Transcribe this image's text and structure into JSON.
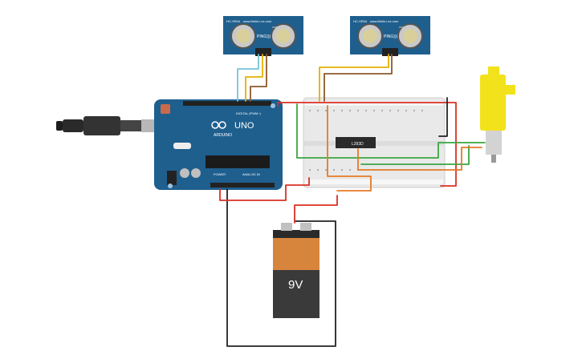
{
  "sensors": [
    {
      "model": "HC-SR04",
      "brand": "www.Mello.Lex.com",
      "label": "PING)))",
      "side_note": "VCC"
    },
    {
      "model": "HC-SR04",
      "brand": "www.Mello.Lex.com",
      "label": "PING)))",
      "side_note": "VCC"
    }
  ],
  "arduino": {
    "logo": "UNO",
    "brand": "ARDUINO",
    "digital_label": "DIGITAL (PWM~)",
    "power_label": "POWER",
    "analog_label": "ANALOG IN"
  },
  "driver_chip": {
    "label": "L293D"
  },
  "battery": {
    "label": "9V"
  },
  "colors": {
    "board": "#1f5f8e",
    "battery_top": "#d7853d",
    "battery_body": "#3a3a3a",
    "motor": "#f2e21b",
    "wire_red": "#d93025",
    "wire_black": "#222222",
    "wire_green": "#3aa640",
    "wire_blue": "#74c4d6",
    "wire_yellow": "#e6b000",
    "wire_orange": "#e67a25",
    "wire_brown": "#8b5a2b"
  }
}
